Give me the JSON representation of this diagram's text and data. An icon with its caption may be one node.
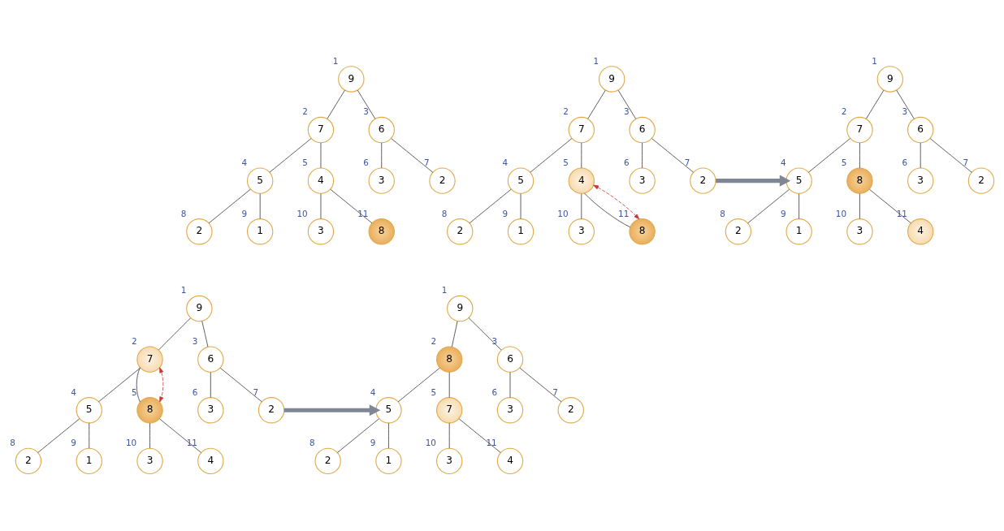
{
  "diagram": {
    "nodes": [
      {
        "text": [
          "9"
        ],
        "beside": [
          "1"
        ]
      },
      {
        "text": [
          "7"
        ],
        "beside": [
          "2"
        ]
      },
      {
        "text": [
          "6"
        ],
        "beside": [
          "3"
        ]
      },
      {
        "text": [
          "5"
        ],
        "beside": [
          "4"
        ]
      },
      {
        "text": [
          "4"
        ],
        "beside": [
          "5"
        ]
      },
      {
        "text": [
          "3"
        ],
        "beside": [
          "6"
        ]
      },
      {
        "text": [
          "2"
        ],
        "beside": [
          "7"
        ]
      },
      {
        "text": [
          "2"
        ],
        "beside": [
          "8"
        ]
      },
      {
        "text": [
          "1"
        ],
        "beside": [
          "9"
        ]
      },
      {
        "text": [
          "3"
        ],
        "beside": [
          "10"
        ]
      },
      {
        "text": [
          "8"
        ],
        "beside": [
          "11"
        ]
      },
      {
        "text": [
          "9"
        ],
        "beside": [
          "1"
        ]
      },
      {
        "text": [
          "7"
        ],
        "beside": [
          "2"
        ]
      },
      {
        "text": [
          "6"
        ],
        "beside": [
          "3"
        ]
      },
      {
        "text": [
          "5"
        ],
        "beside": [
          "4"
        ]
      },
      {
        "text": [
          "4"
        ],
        "beside": [
          "5"
        ]
      },
      {
        "text": [
          "3"
        ],
        "beside": [
          "6"
        ]
      },
      {
        "text": [
          "2"
        ],
        "beside": [
          "7"
        ]
      },
      {
        "text": [
          "2"
        ],
        "beside": [
          "8"
        ]
      },
      {
        "text": [
          "1"
        ],
        "beside": [
          "9"
        ]
      },
      {
        "text": [
          "3"
        ],
        "beside": [
          "10"
        ]
      },
      {
        "text": [
          "8"
        ],
        "beside": [
          "11"
        ]
      },
      {
        "text": [
          "9"
        ],
        "beside": [
          "1"
        ]
      },
      {
        "text": [
          "7"
        ],
        "beside": [
          "2"
        ]
      },
      {
        "text": [
          "6"
        ],
        "beside": [
          "3"
        ]
      },
      {
        "text": [
          "5"
        ],
        "beside": [
          "4"
        ]
      },
      {
        "text": [
          "8"
        ],
        "beside": [
          "5"
        ]
      },
      {
        "text": [
          "3"
        ],
        "beside": [
          "6"
        ]
      },
      {
        "text": [
          "2"
        ],
        "beside": [
          "7"
        ]
      },
      {
        "text": [
          "2"
        ],
        "beside": [
          "8"
        ]
      },
      {
        "text": [
          "1"
        ],
        "beside": [
          "9"
        ]
      },
      {
        "text": [
          "3"
        ],
        "beside": [
          "10"
        ]
      },
      {
        "text": [
          "4"
        ],
        "beside": [
          "11"
        ]
      },
      {
        "text": [
          "9"
        ],
        "beside": [
          "1"
        ]
      },
      {
        "text": [
          "7"
        ],
        "beside": [
          "2"
        ]
      },
      {
        "text": [
          "6"
        ],
        "beside": [
          "3"
        ]
      },
      {
        "text": [
          "5"
        ],
        "beside": [
          "4"
        ]
      },
      {
        "text": [
          "8"
        ],
        "beside": [
          "5"
        ]
      },
      {
        "text": [
          "3"
        ],
        "beside": [
          "6"
        ]
      },
      {
        "text": [
          "2"
        ],
        "beside": [
          "7"
        ]
      },
      {
        "text": [
          "2"
        ],
        "beside": [
          "8"
        ]
      },
      {
        "text": [
          "1"
        ],
        "beside": [
          "9"
        ]
      },
      {
        "text": [
          "3"
        ],
        "beside": [
          "10"
        ]
      },
      {
        "text": [
          "4"
        ],
        "beside": [
          "11"
        ]
      },
      {
        "text": [
          "9"
        ],
        "beside": [
          "1"
        ]
      },
      {
        "text": [
          "8"
        ],
        "beside": [
          "2"
        ]
      },
      {
        "text": [
          "6"
        ],
        "beside": [
          "3"
        ]
      },
      {
        "text": [
          "5"
        ],
        "beside": [
          "4"
        ]
      },
      {
        "text": [
          "7"
        ],
        "beside": [
          "5"
        ]
      },
      {
        "text": [
          "3"
        ],
        "beside": [
          "6"
        ]
      },
      {
        "text": [
          "2"
        ],
        "beside": [
          "7"
        ]
      },
      {
        "text": [
          "2"
        ],
        "beside": [
          "8"
        ]
      },
      {
        "text": [
          "1"
        ],
        "beside": [
          "9"
        ]
      },
      {
        "text": [
          "3"
        ],
        "beside": [
          "10"
        ]
      },
      {
        "text": [
          "4"
        ],
        "beside": [
          "11"
        ]
      }
    ],
    "edges": [
      {
        "from": 0,
        "to": 1,
        "arrow": "none"
      },
      {
        "from": 0,
        "to": 2,
        "arrow": "none"
      },
      {
        "from": 1,
        "to": 3,
        "arrow": "none"
      },
      {
        "from": 1,
        "to": 4,
        "arrow": "none"
      },
      {
        "from": 2,
        "to": 5,
        "arrow": "none"
      },
      {
        "from": 2,
        "to": 6,
        "arrow": "none"
      },
      {
        "from": 3,
        "to": 7,
        "arrow": "none"
      },
      {
        "from": 3,
        "to": 8,
        "arrow": "none"
      },
      {
        "from": 4,
        "to": 9,
        "arrow": "none"
      },
      {
        "from": 4,
        "to": 10,
        "arrow": "none"
      },
      {
        "from": 11,
        "to": 12,
        "arrow": "none"
      },
      {
        "from": 11,
        "to": 13,
        "arrow": "none"
      },
      {
        "from": 12,
        "to": 14,
        "arrow": "none"
      },
      {
        "from": 12,
        "to": 15,
        "arrow": "none"
      },
      {
        "from": 13,
        "to": 16,
        "arrow": "none"
      },
      {
        "from": 13,
        "to": 17,
        "arrow": "none"
      },
      {
        "from": 14,
        "to": 18,
        "arrow": "none"
      },
      {
        "from": 14,
        "to": 19,
        "arrow": "none"
      },
      {
        "from": 15,
        "to": 20,
        "arrow": "none"
      },
      {
        "from": 15,
        "to": 21,
        "arrow": "none"
      },
      {
        "from": 15,
        "to": 21,
        "arrow": "both",
        "style": "dashed",
        "color": "#cc3333"
      },
      {
        "from": 17,
        "to": 25,
        "arrow": "to",
        "style": "thick",
        "color": "#7f8794"
      },
      {
        "from": 22,
        "to": 23,
        "arrow": "none"
      },
      {
        "from": 22,
        "to": 24,
        "arrow": "none"
      },
      {
        "from": 23,
        "to": 25,
        "arrow": "none"
      },
      {
        "from": 23,
        "to": 26,
        "arrow": "none"
      },
      {
        "from": 24,
        "to": 27,
        "arrow": "none"
      },
      {
        "from": 24,
        "to": 28,
        "arrow": "none"
      },
      {
        "from": 25,
        "to": 29,
        "arrow": "none"
      },
      {
        "from": 25,
        "to": 30,
        "arrow": "none"
      },
      {
        "from": 26,
        "to": 31,
        "arrow": "none"
      },
      {
        "from": 26,
        "to": 32,
        "arrow": "none"
      },
      {
        "from": 33,
        "to": 34,
        "arrow": "none"
      },
      {
        "from": 33,
        "to": 35,
        "arrow": "none"
      },
      {
        "from": 34,
        "to": 36,
        "arrow": "none"
      },
      {
        "from": 34,
        "to": 37,
        "arrow": "none"
      },
      {
        "from": 35,
        "to": 38,
        "arrow": "none"
      },
      {
        "from": 35,
        "to": 39,
        "arrow": "none"
      },
      {
        "from": 36,
        "to": 40,
        "arrow": "none"
      },
      {
        "from": 36,
        "to": 41,
        "arrow": "none"
      },
      {
        "from": 37,
        "to": 42,
        "arrow": "none"
      },
      {
        "from": 37,
        "to": 43,
        "arrow": "none"
      },
      {
        "from": 34,
        "to": 37,
        "arrow": "both",
        "style": "dashed",
        "color": "#cc3333"
      },
      {
        "from": 39,
        "to": 47,
        "arrow": "to",
        "style": "thick",
        "color": "#7f8794"
      },
      {
        "from": 44,
        "to": 45,
        "arrow": "none"
      },
      {
        "from": 44,
        "to": 46,
        "arrow": "none"
      },
      {
        "from": 45,
        "to": 47,
        "arrow": "none"
      },
      {
        "from": 45,
        "to": 48,
        "arrow": "none"
      },
      {
        "from": 46,
        "to": 49,
        "arrow": "none"
      },
      {
        "from": 46,
        "to": 50,
        "arrow": "none"
      },
      {
        "from": 47,
        "to": 51,
        "arrow": "none"
      },
      {
        "from": 47,
        "to": 52,
        "arrow": "none"
      },
      {
        "from": 48,
        "to": 53,
        "arrow": "none"
      },
      {
        "from": 48,
        "to": 54,
        "arrow": "none"
      }
    ]
  }
}
